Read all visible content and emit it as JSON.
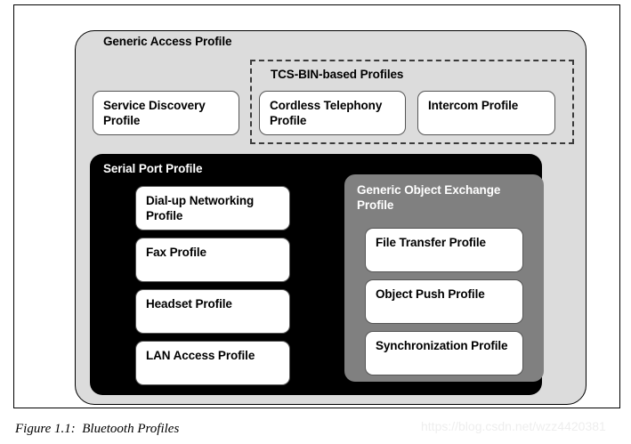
{
  "figure": {
    "caption": "Figure 1.1:  Bluetooth Profiles",
    "watermark": "https://blog.csdn.net/wzz4420381"
  },
  "colors": {
    "outer_frame_border": "#000000",
    "gap_background": "#dcdcdc",
    "spp_background": "#000000",
    "goep_background": "#808080",
    "card_background": "#ffffff",
    "card_border": "#555555",
    "text_dark": "#000000",
    "text_light": "#ffffff",
    "watermark": "#eeeeee"
  },
  "diagram": {
    "generic_access_profile": {
      "title": "Generic Access Profile",
      "cards": [
        {
          "id": "service-discovery-profile",
          "label": "Service Discovery Profile"
        }
      ],
      "tcs_bin_group": {
        "title": "TCS-BIN-based Profiles",
        "cards": [
          {
            "id": "cordless-telephony-profile",
            "label": "Cordless Telephony Profile"
          },
          {
            "id": "intercom-profile",
            "label": "Intercom Profile"
          }
        ]
      },
      "serial_port_profile": {
        "title": "Serial Port Profile",
        "cards": [
          {
            "id": "dial-up-networking-profile",
            "label": "Dial-up Networking Profile"
          },
          {
            "id": "fax-profile",
            "label": "Fax Profile"
          },
          {
            "id": "headset-profile",
            "label": "Headset Profile"
          },
          {
            "id": "lan-access-profile",
            "label": "LAN Access Profile"
          }
        ],
        "generic_object_exchange_profile": {
          "title": "Generic Object Exchange Profile",
          "cards": [
            {
              "id": "file-transfer-profile",
              "label": "File Transfer Profile"
            },
            {
              "id": "object-push-profile",
              "label": "Object Push Profile"
            },
            {
              "id": "synchronization-profile",
              "label": "Synchronization Profile"
            }
          ]
        }
      }
    }
  }
}
